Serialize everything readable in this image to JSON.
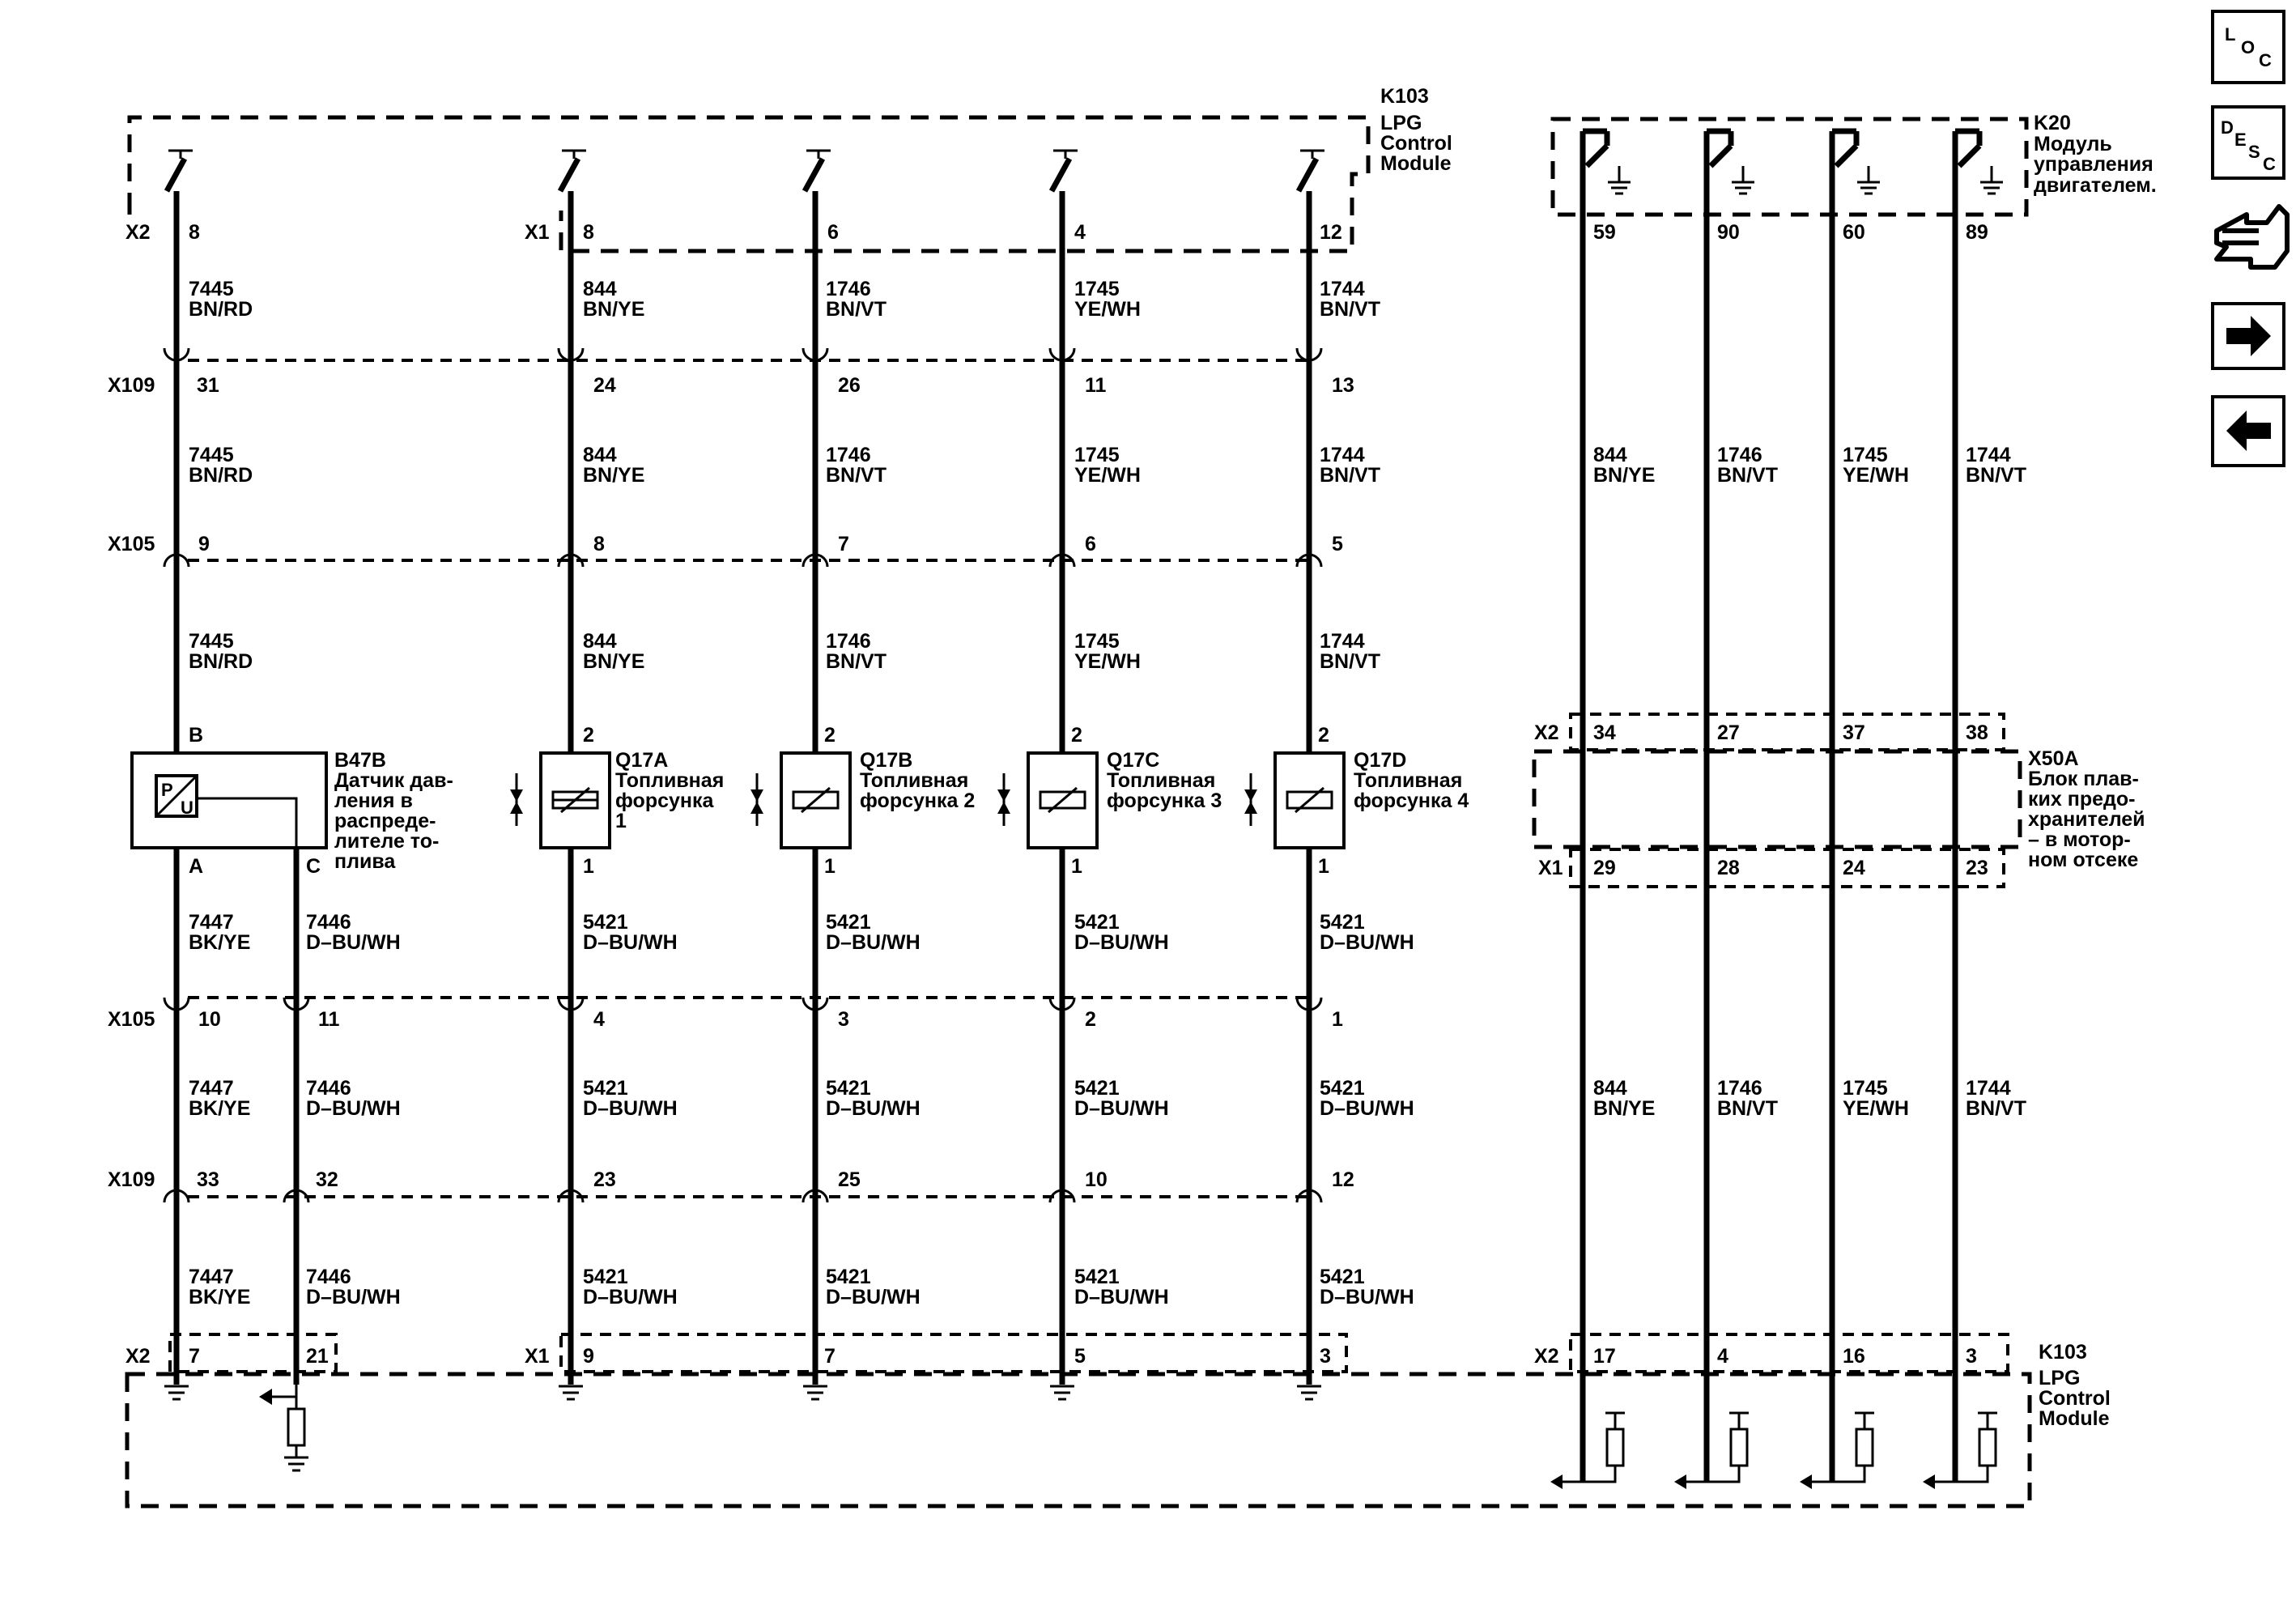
{
  "modules": {
    "k103_top": {
      "id": "K103",
      "name_l1": "LPG",
      "name_l2": "Control",
      "name_l3": "Module"
    },
    "k20": {
      "id": "K20",
      "name_l1": "Модуль",
      "name_l2": "управления",
      "name_l3": "двигателем."
    },
    "k103_bottom": {
      "id": "K103",
      "name_l1": "LPG",
      "name_l2": "Control",
      "name_l3": "Module"
    },
    "x50a": {
      "id": "X50A",
      "l1": "Блок плав-",
      "l2": "ких предо-",
      "l3": "хранителей",
      "l4": "– в мотор-",
      "l5": "ном отсеке"
    }
  },
  "connectors": {
    "x1": "X1",
    "x2": "X2",
    "x105": "X105",
    "x109": "X109"
  },
  "pins": {
    "top": [
      "8",
      "8",
      "6",
      "4",
      "12"
    ],
    "x109a": [
      "31",
      "24",
      "26",
      "11",
      "13"
    ],
    "x105a": [
      "9",
      "8",
      "7",
      "6",
      "5"
    ],
    "comp_top": [
      "B",
      "2",
      "2",
      "2",
      "2"
    ],
    "comp_bottom": [
      "A",
      "C",
      "1",
      "1",
      "1",
      "1"
    ],
    "x105b": [
      "10",
      "11",
      "4",
      "3",
      "2",
      "1"
    ],
    "x109b": [
      "33",
      "32",
      "23",
      "25",
      "10",
      "12"
    ],
    "bottom": [
      "7",
      "21",
      "9",
      "7",
      "5",
      "3"
    ],
    "k20": [
      "59",
      "90",
      "60",
      "89"
    ],
    "x50a_top": [
      "34",
      "27",
      "37",
      "38"
    ],
    "x50a_bottom": [
      "29",
      "28",
      "24",
      "23"
    ],
    "k103b": [
      "17",
      "4",
      "16",
      "3"
    ]
  },
  "wires": {
    "top": [
      {
        "num": "7445",
        "color": "BN/RD"
      },
      {
        "num": "844",
        "color": "BN/YE"
      },
      {
        "num": "1746",
        "color": "BN/VT"
      },
      {
        "num": "1745",
        "color": "YE/WH"
      },
      {
        "num": "1744",
        "color": "BN/VT"
      }
    ],
    "bottom": [
      {
        "num": "7447",
        "color": "BK/YE"
      },
      {
        "num": "7446",
        "color": "D–BU/WH"
      },
      {
        "num": "5421",
        "color": "D–BU/WH"
      },
      {
        "num": "5421",
        "color": "D–BU/WH"
      },
      {
        "num": "5421",
        "color": "D–BU/WH"
      },
      {
        "num": "5421",
        "color": "D–BU/WH"
      }
    ],
    "right": [
      {
        "num": "844",
        "color": "BN/YE"
      },
      {
        "num": "1746",
        "color": "BN/VT"
      },
      {
        "num": "1745",
        "color": "YE/WH"
      },
      {
        "num": "1744",
        "color": "BN/VT"
      }
    ]
  },
  "components": {
    "b47b": {
      "id": "B47B",
      "l1": "Датчик дав-",
      "l2": "ления в",
      "l3": "распреде-",
      "l4": "лителе то-",
      "l5": "плива",
      "sym_p": "P",
      "sym_u": "U"
    },
    "q17a": {
      "id": "Q17A",
      "l1": "Топливная",
      "l2": "форсунка",
      "l3": "1"
    },
    "q17b": {
      "id": "Q17B",
      "l1": "Топливная",
      "l2": "форсунка 2"
    },
    "q17c": {
      "id": "Q17C",
      "l1": "Топливная",
      "l2": "форсунка 3"
    },
    "q17d": {
      "id": "Q17D",
      "l1": "Топливная",
      "l2": "форсунка 4"
    }
  },
  "nav": {
    "loc": {
      "l": "L",
      "o": "O",
      "c": "C"
    },
    "desc": {
      "d": "D",
      "e": "E",
      "s": "S",
      "c": "C"
    }
  }
}
